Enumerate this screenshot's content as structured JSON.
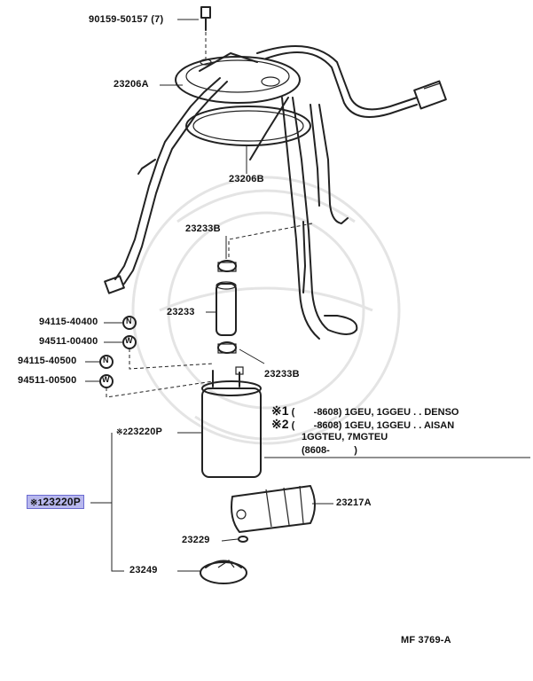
{
  "labels": {
    "bolt": "90159-50157 (7)",
    "gage": "23206A",
    "gasket": "23206B",
    "clamp_top": "23233B",
    "hose": "23233",
    "clamp_bottom": "23233B",
    "nut1": "94115-40400",
    "washer1": "94511-00400",
    "nut2": "94115-40500",
    "washer2": "94511-00500",
    "pump_variant": "23220P",
    "pump_variant_mark": "※2",
    "pump_highlight": "23220P",
    "pump_highlight_mark": "※1",
    "filter": "23217A",
    "ring": "23229",
    "cushion": "23249",
    "figure_code": "MF 3769-A"
  },
  "notes": {
    "mark1": "※1",
    "line1": "(       -8608) 1GEU, 1GGEU . . DENSO",
    "mark2": "※2",
    "line2": "(       -8608) 1GEU, 1GGEU . . AISAN",
    "line3": "1GGTEU, 7MGTEU",
    "line4": "(8608-         )"
  },
  "symbols": {
    "nut": "N",
    "washer": "W"
  },
  "colors": {
    "highlight": "#b8b8ee",
    "ink": "#222222"
  }
}
